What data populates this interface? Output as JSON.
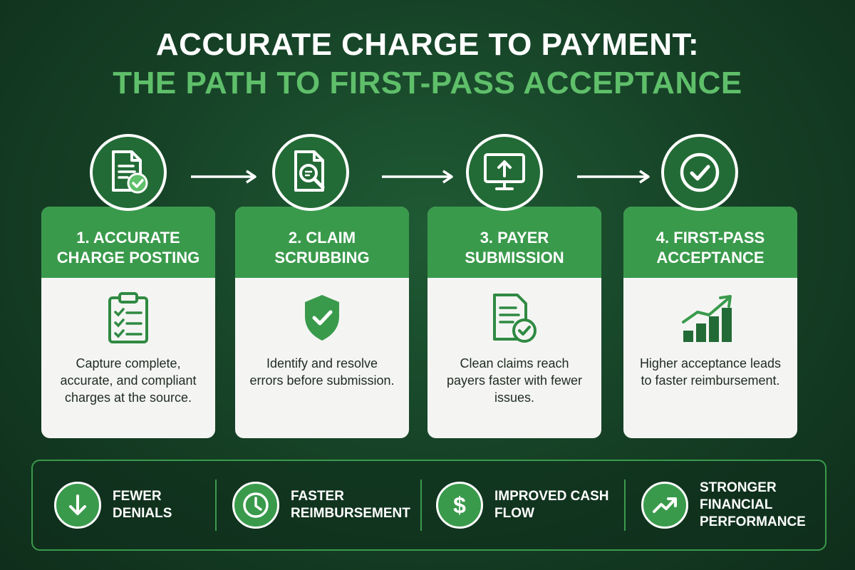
{
  "title": {
    "line1": "ACCURATE CHARGE TO PAYMENT:",
    "line2": "THE PATH TO FIRST-PASS ACCEPTANCE"
  },
  "steps": [
    {
      "heading": "1. ACCURATE\nCHARGE POSTING",
      "text": "Capture complete, accurate, and compliant charges at the source.",
      "top_icon": "document-check-icon",
      "card_icon": "clipboard-checklist-icon"
    },
    {
      "heading": "2. CLAIM\nSCRUBBING",
      "text": "Identify and resolve errors before submission.",
      "top_icon": "document-magnifier-icon",
      "card_icon": "shield-check-icon"
    },
    {
      "heading": "3. PAYER\nSUBMISSION",
      "text": "Clean claims reach payers faster with fewer issues.",
      "top_icon": "monitor-upload-icon",
      "card_icon": "document-check-icon"
    },
    {
      "heading": "4. FIRST-PASS\nACCEPTANCE",
      "text": "Higher acceptance leads to faster reimbursement.",
      "top_icon": "check-circle-icon",
      "card_icon": "bar-chart-growth-icon"
    }
  ],
  "benefits": [
    {
      "label": "FEWER\nDENIALS",
      "icon": "arrow-down-icon"
    },
    {
      "label": "FASTER\nREIMBURSEMENT",
      "icon": "clock-icon"
    },
    {
      "label": "IMPROVED CASH\nFLOW",
      "icon": "dollar-icon"
    },
    {
      "label": "STRONGER\nFINANCIAL\nPERFORMANCE",
      "icon": "trend-up-icon"
    }
  ],
  "colors": {
    "background": "#153f25",
    "accent_green": "#3a9a4c",
    "title_green": "#5fbf6a",
    "card_bg": "#f4f5f3",
    "icon_green": "#2f8a42"
  }
}
